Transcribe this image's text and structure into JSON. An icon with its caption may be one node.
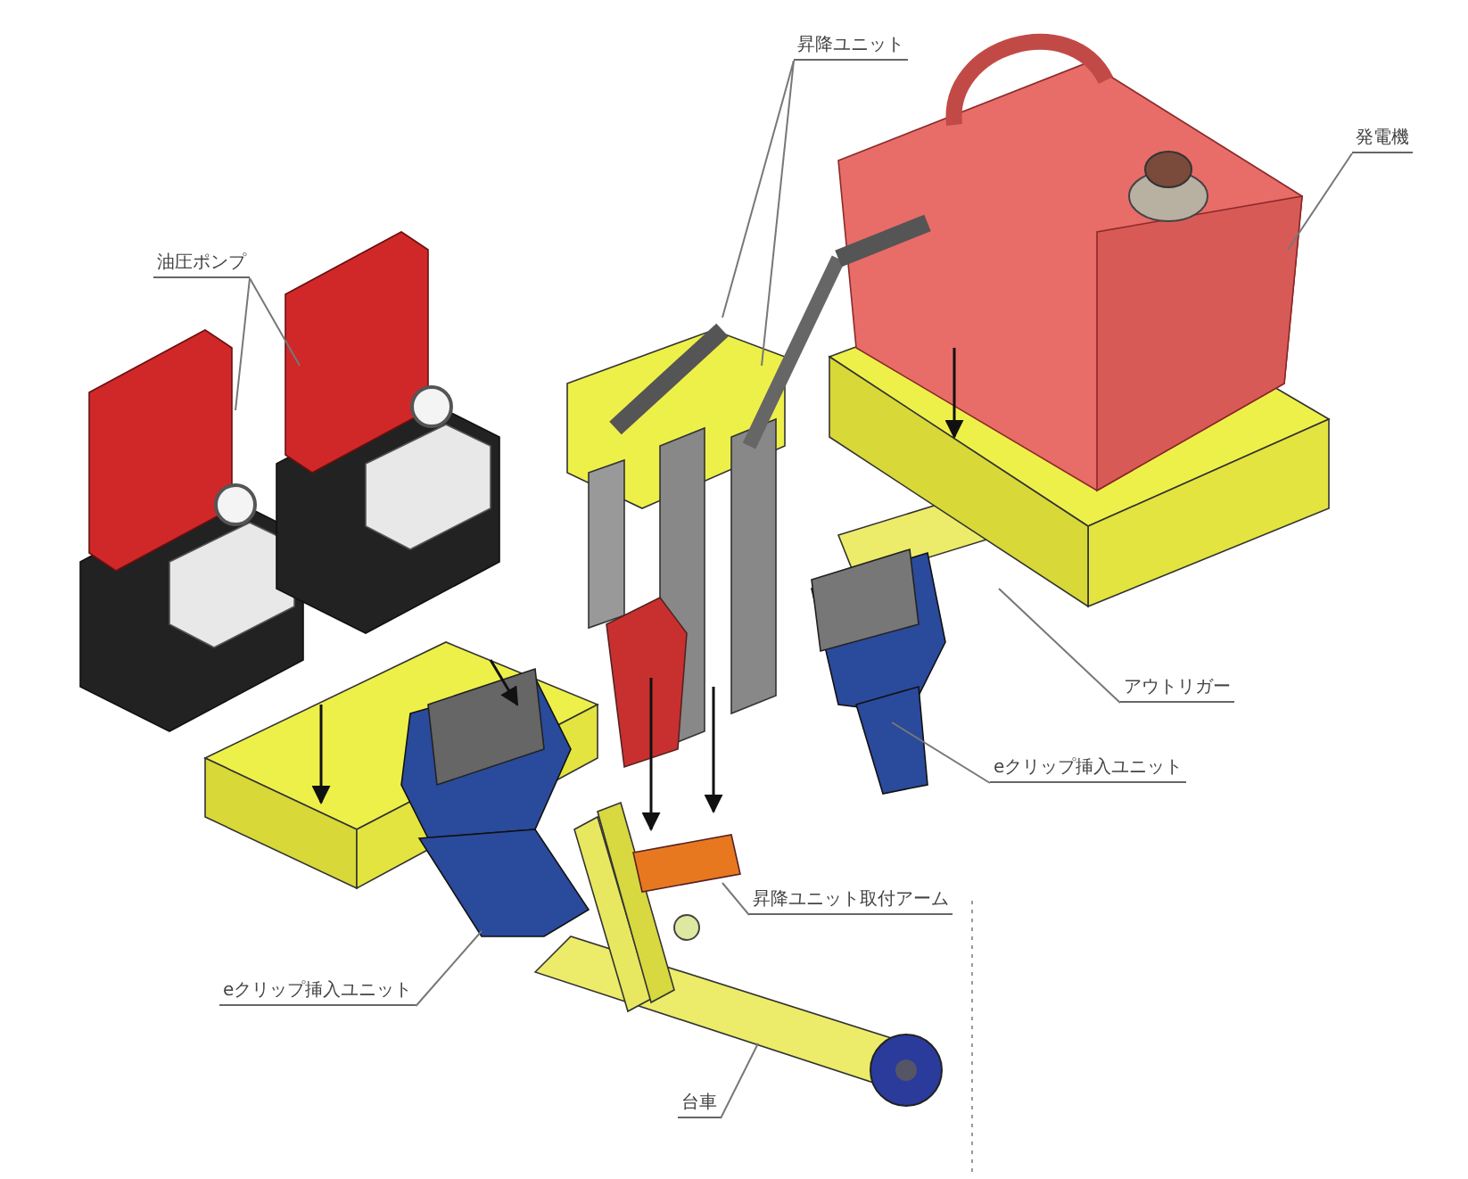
{
  "diagram": {
    "nodes": [
      {
        "text": [
          "昇降ユニット"
        ]
      },
      {
        "text": [
          "発電機"
        ]
      },
      {
        "text": [
          "油圧ポンプ"
        ]
      },
      {
        "text": [
          "アウトリガー"
        ]
      },
      {
        "text": [
          "eクリップ挿入ユニット"
        ]
      },
      {
        "text": [
          "昇降ユニット取付アーム"
        ]
      },
      {
        "text": [
          "eクリップ挿入ユニット"
        ]
      },
      {
        "text": [
          "台車"
        ]
      }
    ],
    "edges": [
      {
        "from": 0,
        "to": null,
        "arrow": "none"
      },
      {
        "from": 0,
        "to": null,
        "arrow": "none"
      },
      {
        "from": 1,
        "to": null,
        "arrow": "none"
      },
      {
        "from": 2,
        "to": null,
        "arrow": "none"
      },
      {
        "from": 2,
        "to": null,
        "arrow": "none"
      },
      {
        "from": 3,
        "to": null,
        "arrow": "none"
      },
      {
        "from": 4,
        "to": null,
        "arrow": "none"
      },
      {
        "from": 5,
        "to": null,
        "arrow": "none"
      },
      {
        "from": 6,
        "to": null,
        "arrow": "none"
      },
      {
        "from": 7,
        "to": null,
        "arrow": "none"
      }
    ]
  }
}
